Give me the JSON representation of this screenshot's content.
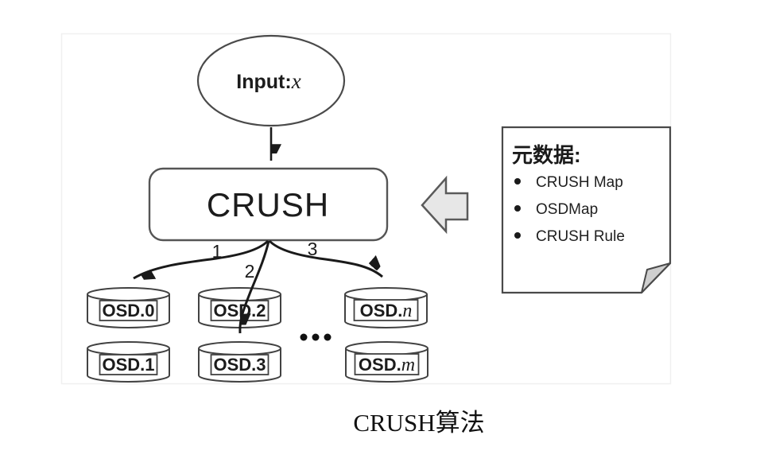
{
  "colors": {
    "ink": "#1c1c1c",
    "shape_stroke": "#4a4a4a",
    "arrow": "#1a1a1a",
    "block_arrow_fill": "#e7e7e7",
    "block_arrow_stroke": "#5a5a5a",
    "fold_fill": "#cfcfcf",
    "figure_border": "#f0f0f0"
  },
  "diagram": {
    "input": {
      "label": "Input:",
      "variable": "x"
    },
    "crush_box": {
      "label": "CRUSH"
    },
    "branches": [
      {
        "label": "1"
      },
      {
        "label": "2"
      },
      {
        "label": "3"
      }
    ],
    "osd_nodes": [
      {
        "prefix": "OSD.",
        "suffix": "0"
      },
      {
        "prefix": "OSD.",
        "suffix": "2"
      },
      {
        "prefix": "OSD.",
        "suffix": "n"
      },
      {
        "prefix": "OSD.",
        "suffix": "1"
      },
      {
        "prefix": "OSD.",
        "suffix": "3"
      },
      {
        "prefix": "OSD.",
        "suffix": "m"
      }
    ],
    "ellipsis_icon": "three-dots",
    "note": {
      "title": "元数据:",
      "items": [
        "CRUSH Map",
        "OSDMap",
        "CRUSH Rule"
      ]
    },
    "caption": "CRUSH算法"
  }
}
